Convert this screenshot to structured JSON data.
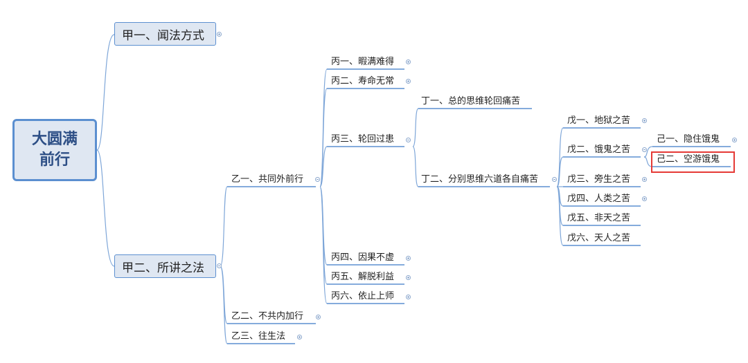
{
  "root": {
    "line1": "大圆满",
    "line2": "前行"
  },
  "level1": [
    {
      "label": "甲一、闻法方式",
      "collapsed": true
    },
    {
      "label": "甲二、所讲之法",
      "collapsed": false
    }
  ],
  "level2": [
    {
      "label": "乙一、共同外前行",
      "collapsed": false
    },
    {
      "label": "乙二、不共内加行",
      "collapsed": true
    },
    {
      "label": "乙三、往生法",
      "collapsed": true
    }
  ],
  "level3": [
    {
      "label": "丙一、暇满难得",
      "collapsed": true
    },
    {
      "label": "丙二、寿命无常",
      "collapsed": true
    },
    {
      "label": "丙三、轮回过患",
      "collapsed": false
    },
    {
      "label": "丙四、因果不虚",
      "collapsed": true
    },
    {
      "label": "丙五、解脱利益",
      "collapsed": true
    },
    {
      "label": "丙六、依止上师",
      "collapsed": true
    }
  ],
  "level4": [
    {
      "label": "丁一、总的思维轮回痛苦"
    },
    {
      "label": "丁二、分别思维六道各自痛苦"
    }
  ],
  "level5": [
    {
      "label": "戊一、地狱之苦",
      "collapsed": true
    },
    {
      "label": "戊二、饿鬼之苦",
      "collapsed": false
    },
    {
      "label": "戊三、旁生之苦",
      "collapsed": true
    },
    {
      "label": "戊四、人类之苦",
      "collapsed": true
    },
    {
      "label": "戊五、非天之苦",
      "collapsed": false
    },
    {
      "label": "戊六、天人之苦",
      "collapsed": false
    }
  ],
  "level6": [
    {
      "label": "己一、隐住饿鬼",
      "collapsed": true
    },
    {
      "label": "己二、空游饿鬼",
      "highlighted": true
    }
  ],
  "colors": {
    "line": "#7ea6d8",
    "node_fill": "#dfe7f2",
    "node_border": "#5b8fd0",
    "highlight": "#e53935"
  }
}
